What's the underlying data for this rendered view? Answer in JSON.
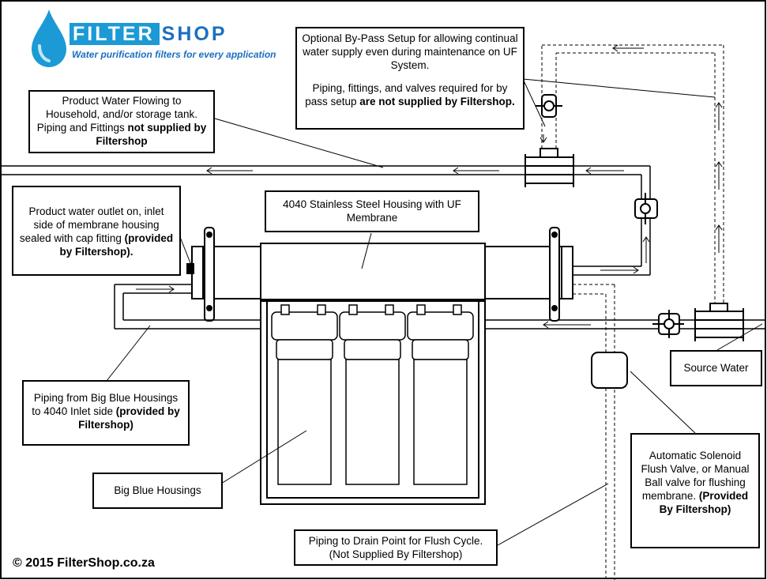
{
  "brand": {
    "name_part1": "FILTER",
    "name_part2": "SHOP",
    "tagline": "Water purification filters for every application",
    "brand_blue": "#1b9ad6",
    "brand_dark": "#1b6fc0"
  },
  "labels": {
    "bypass_line1": "Optional By-Pass Setup for allowing continual water supply even during maintenance on UF System.",
    "bypass_line2": "Piping, fittings, and valves required for by pass setup",
    "bypass_bold": "are not supplied by Filtershop.",
    "product_flow": "Product Water Flowing to Household, and/or storage tank. Piping and Fittings",
    "product_flow_bold": "not supplied by Filtershop",
    "outlet": "Product water outlet on, inlet side of membrane housing sealed with cap fitting",
    "outlet_bold": "(provided by Filtershop).",
    "housing": "4040 Stainless Steel Housing with UF Membrane",
    "source": "Source Water",
    "piping_big_blue": "Piping from Big Blue Housings to 4040 Inlet side",
    "piping_big_blue_bold": "(provided by Filtershop)",
    "big_blue": "Big Blue Housings",
    "solenoid": "Automatic Solenoid Flush Valve, or Manual Ball valve for flushing membrane.",
    "solenoid_bold": "(Provided By Filtershop)",
    "drain": "Piping to Drain Point for Flush Cycle. (Not Supplied By Filtershop)"
  },
  "footer": {
    "copyright": "© 2015 FilterShop.co.za"
  },
  "icons": [
    "water-drop-icon",
    "valve-icon",
    "tee-fitting-icon",
    "flow-arrow-icon"
  ]
}
